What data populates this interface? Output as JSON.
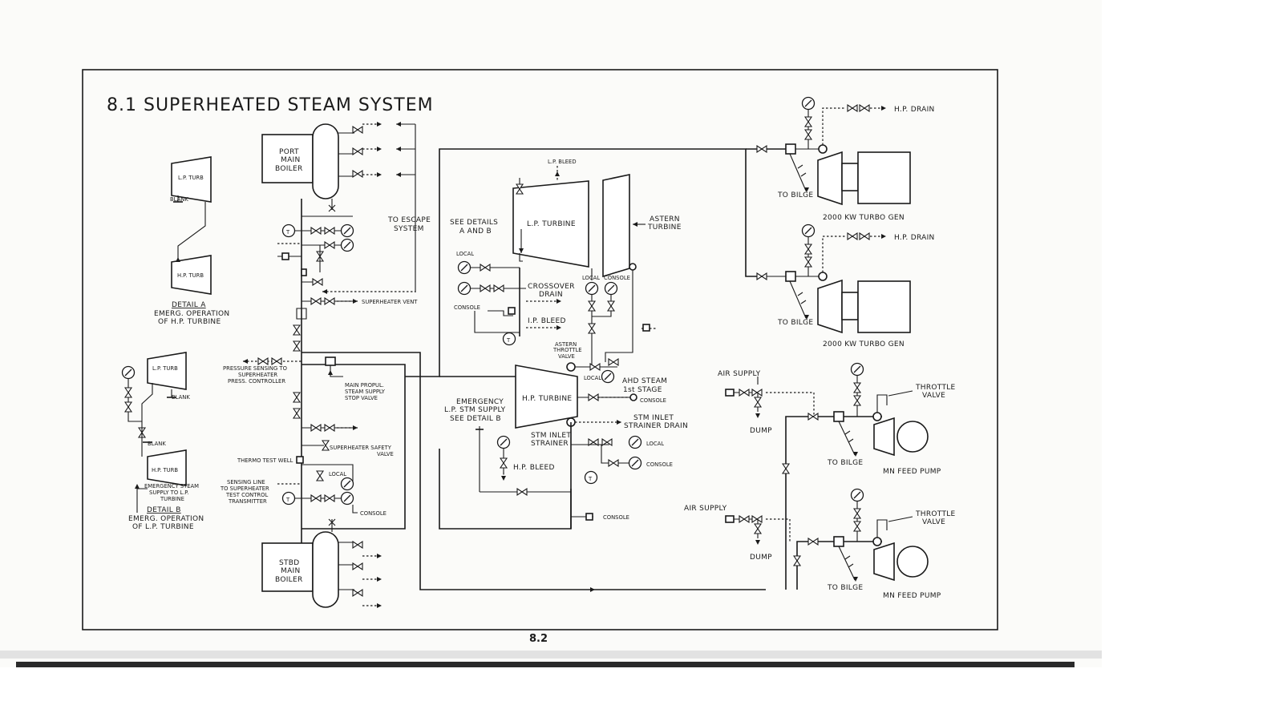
{
  "title": "8.1 SUPERHEATED STEAM SYSTEM",
  "page_number": "8.2",
  "boilers": {
    "port": [
      "PORT",
      "MAIN",
      "BOILER"
    ],
    "stbd": [
      "STBD",
      "MAIN",
      "BOILER"
    ]
  },
  "turbines": {
    "lp": "L.P. TURBINE",
    "hp": "H.P. TURBINE",
    "astern": [
      "ASTERN",
      "TURBINE"
    ]
  },
  "labels": {
    "lp_bleed": "L.P. BLEED",
    "see_details": [
      "SEE DETAILS",
      "A AND B"
    ],
    "to_escape": [
      "TO ESCAPE",
      "SYSTEM"
    ],
    "local": "LOCAL",
    "console": "CONSOLE",
    "crossover_drain": [
      "CROSSOVER",
      "DRAIN"
    ],
    "ip_bleed": "I.P. BLEED",
    "superheater_vent": "SUPERHEATER VENT",
    "astern_throttle": [
      "ASTERN",
      "THROTTLE",
      "VALVE"
    ],
    "ahd_steam": [
      "AHD STEAM",
      "1st STAGE"
    ],
    "pressure_sensing": [
      "PRESSURE SENSING TO",
      "SUPERHEATER",
      "PRESS. CONTROLLER"
    ],
    "main_propul": [
      "MAIN PROPUL.",
      "STEAM SUPPLY",
      "STOP VALVE"
    ],
    "emergency_lp": [
      "EMERGENCY",
      "L.P. STM SUPPLY",
      "SEE DETAIL B"
    ],
    "stm_inlet_drain": [
      "STM INLET",
      "STRAINER DRAIN"
    ],
    "stm_inlet_strainer": [
      "STM INLET",
      "STRAINER"
    ],
    "hp_bleed": "H.P. BLEED",
    "superheater_safety": [
      "SUPERHEATER SAFETY",
      "VALVE"
    ],
    "thermo_test": "THERMO TEST WELL",
    "sensing_line": [
      "SENSING LINE",
      "TO SUPERHEATER",
      "TEST CONTROL",
      "TRANSMITTER"
    ],
    "hp_drain": "H.P. DRAIN",
    "to_bilge": "TO BILGE",
    "turbo_gen": "2000 KW TURBO GEN",
    "air_supply": "AIR SUPPLY",
    "dump": "DUMP",
    "throttle_valve": [
      "THROTTLE",
      "VALVE"
    ],
    "mn_feed_pump": "MN FEED PUMP",
    "t_symbol": "T"
  },
  "detail_a": {
    "lp": "L.P. TURB",
    "hp": "H.P. TURB",
    "blank": "BLANK",
    "caption": [
      "DETAIL A",
      "EMERG. OPERATION",
      "OF H.P. TURBINE"
    ]
  },
  "detail_b": {
    "lp": "L.P. TURB",
    "hp": "H.P. TURB",
    "blank1": "BLANK",
    "blank2": "BLANK",
    "emergency": [
      "EMERGENCY STEAM",
      "SUPPLY TO L.P.",
      "TURBINE"
    ],
    "caption": [
      "DETAIL B",
      "EMERG. OPERATION",
      "OF L.P. TURBINE"
    ]
  }
}
